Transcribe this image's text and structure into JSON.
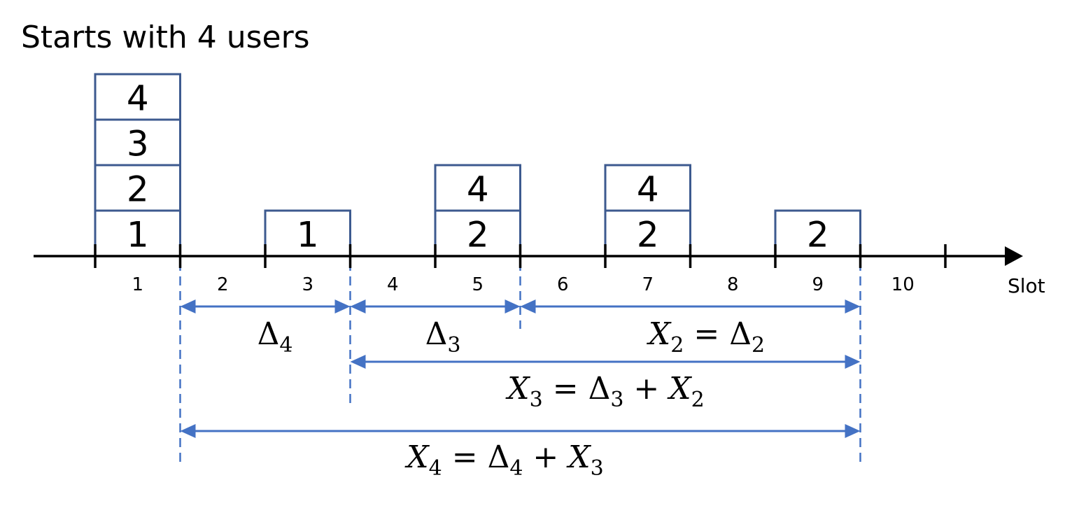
{
  "title": "Starts with 4 users",
  "axis_label": "Slot",
  "slots": [
    "1",
    "2",
    "3",
    "4",
    "5",
    "6",
    "7",
    "8",
    "9",
    "10"
  ],
  "stacks": [
    {
      "slot": 1,
      "users": [
        "1",
        "2",
        "3",
        "4"
      ]
    },
    {
      "slot": 3,
      "users": [
        "1"
      ]
    },
    {
      "slot": 5,
      "users": [
        "2",
        "4"
      ]
    },
    {
      "slot": 7,
      "users": [
        "2",
        "4"
      ]
    },
    {
      "slot": 9,
      "users": [
        "2"
      ]
    }
  ],
  "intervals": [
    {
      "from_slot_edge": 1,
      "to_slot_edge": 3,
      "label": {
        "parts": [
          {
            "t": "Δ",
            "italic": false
          },
          {
            "t": "4",
            "sub": true
          }
        ]
      }
    },
    {
      "from_slot_edge": 3,
      "to_slot_edge": 5,
      "label": {
        "parts": [
          {
            "t": "Δ",
            "italic": false
          },
          {
            "t": "3",
            "sub": true
          }
        ]
      }
    },
    {
      "from_slot_edge": 5,
      "to_slot_edge": 9,
      "label": {
        "parts": [
          {
            "t": "X",
            "italic": true
          },
          {
            "t": "2",
            "sub": true
          },
          {
            "t": " = ",
            "italic": false
          },
          {
            "t": "Δ",
            "italic": false
          },
          {
            "t": "2",
            "sub": true
          }
        ]
      }
    },
    {
      "from_slot_edge": 3,
      "to_slot_edge": 9,
      "label": {
        "parts": [
          {
            "t": "X",
            "italic": true
          },
          {
            "t": "3",
            "sub": true
          },
          {
            "t": " = ",
            "italic": false
          },
          {
            "t": "Δ",
            "italic": false
          },
          {
            "t": "3",
            "sub": true
          },
          {
            "t": " + ",
            "italic": false
          },
          {
            "t": "X",
            "italic": true
          },
          {
            "t": "2",
            "sub": true
          }
        ]
      }
    },
    {
      "from_slot_edge": 1,
      "to_slot_edge": 9,
      "label": {
        "parts": [
          {
            "t": "X",
            "italic": true
          },
          {
            "t": "4",
            "sub": true
          },
          {
            "t": " = ",
            "italic": false
          },
          {
            "t": "Δ",
            "italic": false
          },
          {
            "t": "4",
            "sub": true
          },
          {
            "t": " + ",
            "italic": false
          },
          {
            "t": "X",
            "italic": true
          },
          {
            "t": "3",
            "sub": true
          }
        ]
      }
    }
  ],
  "colors": {
    "box_stroke": "#3d5a8f",
    "arrow": "#4472c4",
    "axis": "#000000"
  }
}
